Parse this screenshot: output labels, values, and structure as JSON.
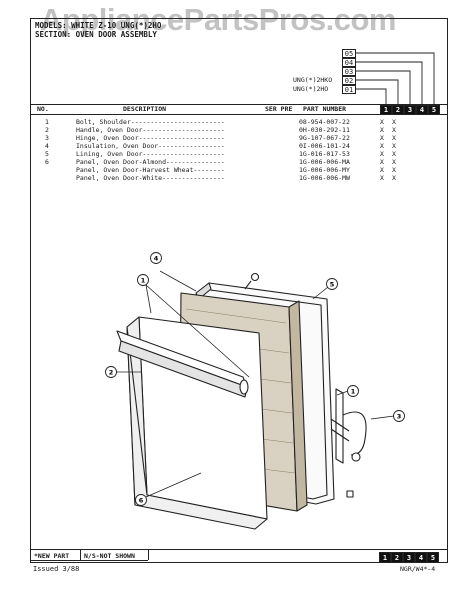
{
  "watermark": "AppliancePartsPros.com",
  "header": {
    "line1": "MODELS: WHITE Z-10 UNG(*)2HO",
    "section": "SECTION: OVEN DOOR ASSEMBLY",
    "variants": [
      "05",
      "04",
      "03",
      "02",
      "01"
    ],
    "models": [
      "UNG(*)2HKO",
      "UNG(*)2HO"
    ]
  },
  "columns": {
    "no": "NO.",
    "description": "DESCRIPTION",
    "ser_pre": "SER PRE",
    "part_number": "PART NUMBER",
    "col_numbers": [
      "1",
      "2",
      "3",
      "4",
      "5"
    ]
  },
  "parts": [
    {
      "no": "1",
      "desc": "Bolt, Shoulder------------------------",
      "pn": "08-954-007-22",
      "c1": "X",
      "c2": "X"
    },
    {
      "no": "2",
      "desc": "Handle, Oven Door---------------------",
      "pn": "0H-030-292-11",
      "c1": "X",
      "c2": "X"
    },
    {
      "no": "3",
      "desc": "Hinge, Oven Door----------------------",
      "pn": "9G-107-067-22",
      "c1": "X",
      "c2": "X"
    },
    {
      "no": "4",
      "desc": "Insulation, Oven Door-----------------",
      "pn": "0I-006-101-24",
      "c1": "X",
      "c2": "X"
    },
    {
      "no": "5",
      "desc": "Lining, Oven Door---------------------",
      "pn": "1G-016-017-53",
      "c1": "X",
      "c2": "X"
    },
    {
      "no": "6",
      "desc": "Panel, Oven Door-Almond---------------",
      "pn": "1G-006-006-MA",
      "c1": "X",
      "c2": "X"
    },
    {
      "no": "",
      "desc": "Panel, Oven Door-Harvest Wheat--------",
      "pn": "1G-006-006-MY",
      "c1": "X",
      "c2": "X"
    },
    {
      "no": "",
      "desc": "Panel, Oven Door-White----------------",
      "pn": "1G-006-006-MW",
      "c1": "X",
      "c2": "X"
    }
  ],
  "callouts": [
    "1",
    "2",
    "3",
    "4",
    "5",
    "6"
  ],
  "footer": {
    "new_part": "*NEW PART",
    "not_shown": "N/S-NOT SHOWN",
    "issued": "Issued 3/88",
    "page": "NGR/W4*-4",
    "col_numbers": [
      "1",
      "2",
      "3",
      "4",
      "5"
    ]
  }
}
